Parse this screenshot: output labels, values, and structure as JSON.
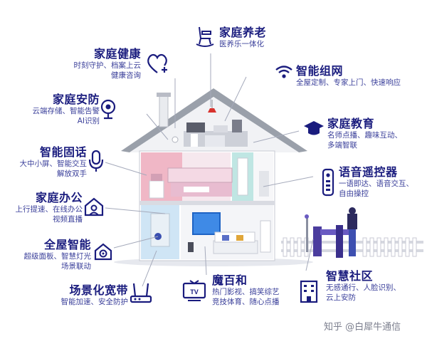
{
  "features": {
    "elderly_care": {
      "title": "家庭养老",
      "desc": [
        "医养乐一体化"
      ]
    },
    "health": {
      "title": "家庭健康",
      "desc": [
        "时刻守护、档案上云",
        "健康咨询"
      ]
    },
    "networking": {
      "title": "智能组网",
      "desc": [
        "全屋定制、专家上门、快速响应"
      ]
    },
    "security": {
      "title": "家庭安防",
      "desc": [
        "云端存储、智能告警",
        "AI识别"
      ]
    },
    "education": {
      "title": "家庭教育",
      "desc": [
        "名师点播、趣味互动、",
        "多端智联"
      ]
    },
    "landline": {
      "title": "智能固话",
      "desc": [
        "大中小屏、智能交互",
        "解放双手"
      ]
    },
    "remote": {
      "title": "语音遥控器",
      "desc": [
        "一语即达、语音交互、",
        "自由操控"
      ]
    },
    "office": {
      "title": "家庭办公",
      "desc": [
        "上行提速、在线办公",
        "视频直播"
      ]
    },
    "whole_house": {
      "title": "全屋智能",
      "desc": [
        "超级面板、智慧灯光",
        "场景联动"
      ]
    },
    "broadband": {
      "title": "场景化宽带",
      "desc": [
        "智能加速、安全防护"
      ]
    },
    "mobaihe": {
      "title": "魔百和",
      "desc": [
        "热门影视、搞笑综艺",
        "竞技体育、随心点播"
      ]
    },
    "community": {
      "title": "智慧社区",
      "desc": [
        "无感通行、人脸识别、",
        "云上安防"
      ]
    }
  },
  "watermark": "知乎 @白犀牛通信",
  "colors": {
    "title": "#1a1c7e",
    "desc": "#3a3f9a",
    "roof": "#8f949e",
    "wall": "#f3f4f6"
  }
}
